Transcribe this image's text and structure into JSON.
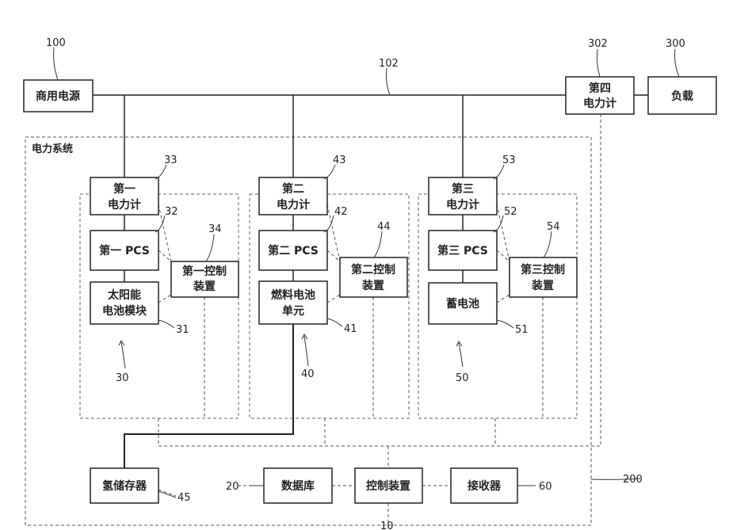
{
  "labels": {
    "commercial_power": "商用电源",
    "load": "负载",
    "fourth_meter": [
      "第四",
      "电力计"
    ],
    "power_system": "电力系统",
    "first_meter": [
      "第一",
      "电力计"
    ],
    "second_meter": [
      "第二",
      "电力计"
    ],
    "third_meter": [
      "第三",
      "电力计"
    ],
    "first_pcs": "第一 PCS",
    "second_pcs": "第二 PCS",
    "third_pcs": "第三 PCS",
    "first_controller": [
      "第一控制",
      "装置"
    ],
    "second_controller": [
      "第二控制",
      "装置"
    ],
    "third_controller": [
      "第三控制",
      "装置"
    ],
    "solar_module": [
      "太阳能",
      "电池模块"
    ],
    "fuel_cell": [
      "燃料电池",
      "单元"
    ],
    "battery": "蓄电池",
    "hydrogen_storage": "氢储存器",
    "database": "数据库",
    "control_device": "控制装置",
    "receiver": "接收器"
  },
  "refs": {
    "commercial_power": "100",
    "bus": "102",
    "fourth_meter": "302",
    "load": "300",
    "first_meter": "33",
    "first_pcs": "32",
    "first_controller": "34",
    "solar_module": "31",
    "first_group": "30",
    "second_meter": "43",
    "second_pcs": "42",
    "second_controller": "44",
    "fuel_cell": "41",
    "second_group": "40",
    "third_meter": "53",
    "third_pcs": "52",
    "third_controller": "54",
    "battery": "51",
    "third_group": "50",
    "hydrogen_storage": "45",
    "database": "20",
    "receiver": "60",
    "power_system": "200",
    "control_device": "10"
  }
}
